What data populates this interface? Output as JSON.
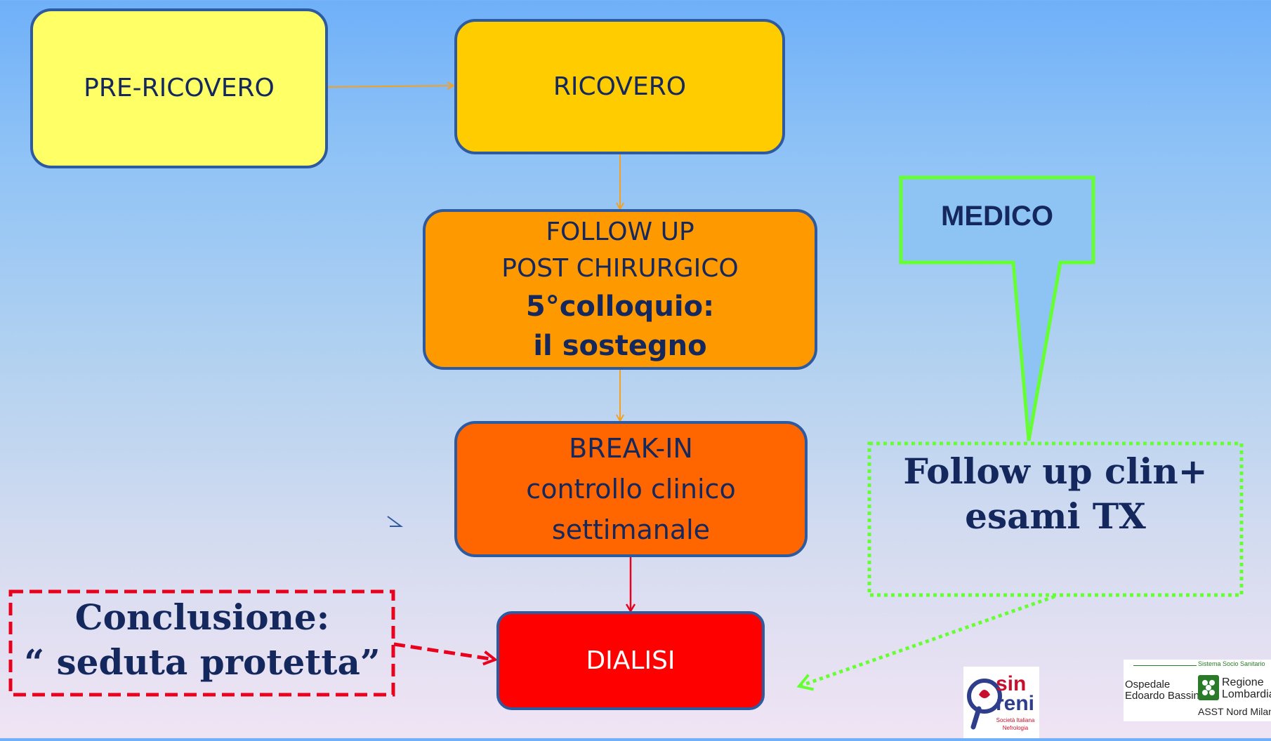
{
  "boxes": {
    "pre_ricovero": "PRE-RICOVERO",
    "ricovero": "RICOVERO",
    "followup_line1": "FOLLOW UP",
    "followup_line2": "POST CHIRURGICO",
    "followup_line3": "5°colloquio:",
    "followup_line4": "il sostegno",
    "breakin_line1": "BREAK-IN",
    "breakin_line2": "controllo  clinico",
    "breakin_line3": "settimanale",
    "dialisi": "DIALISI"
  },
  "callout": {
    "medico": "MEDICO",
    "followup_line1": "Follow up clin+",
    "followup_line2": "esami TX"
  },
  "conclusione": {
    "line1": "Conclusione:",
    "line2": "“ seduta protetta”"
  },
  "logos": {
    "sin_line1": "sin",
    "sin_line2": "reni",
    "sin_sub1": "Società Italiana",
    "sin_sub2": "Nefrologia",
    "ssr": "Sistema Socio Sanitario",
    "hospital_line1": "Ospedale",
    "hospital_line2": "Edoardo Bassini",
    "region_line1": "Regione",
    "region_line2": "Lombardia",
    "asst": "ASST Nord Milano"
  },
  "colors": {
    "pre_ricovero": "#ffff66",
    "ricovero": "#ffcc00",
    "followup": "#ff9900",
    "breakin": "#ff6600",
    "dialisi": "#ff0000",
    "border": "#2e5aa0",
    "callout_green": "#66ff33",
    "text_navy": "#14285e",
    "conclusione_red": "#e8001c"
  }
}
